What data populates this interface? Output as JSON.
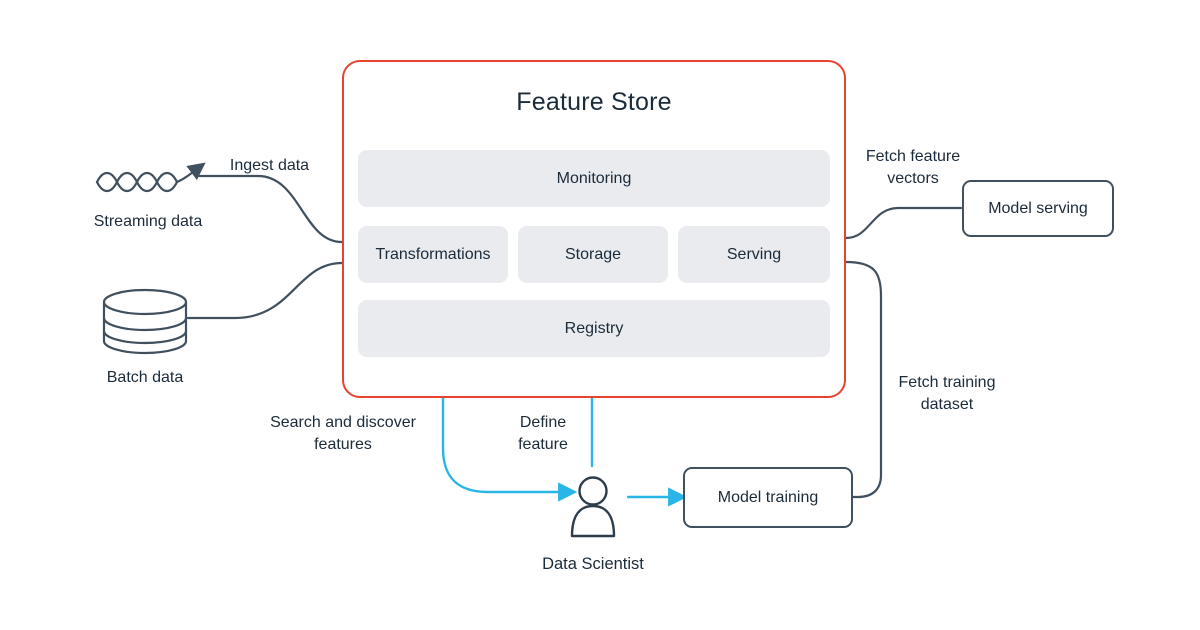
{
  "colors": {
    "accent_red": "#E8432E",
    "accent_cyan": "#29B5E8",
    "line_dark": "#41505E",
    "component_gray": "#E9EBEE",
    "text_dark": "#1C2B3A"
  },
  "feature_store": {
    "title": "Feature Store",
    "monitoring": "Monitoring",
    "transformations": "Transformations",
    "storage": "Storage",
    "serving": "Serving",
    "registry": "Registry"
  },
  "left": {
    "ingest": "Ingest data",
    "streaming": "Streaming data",
    "batch": "Batch data"
  },
  "right": {
    "model_serving": "Model serving",
    "fetch_vectors_1": "Fetch feature",
    "fetch_vectors_2": "vectors",
    "fetch_training_1": "Fetch training",
    "fetch_training_2": "dataset"
  },
  "bottom": {
    "model_training": "Model training",
    "data_scientist": "Data Scientist",
    "search_1": "Search and discover",
    "search_2": "features",
    "define_1": "Define",
    "define_2": "feature"
  }
}
